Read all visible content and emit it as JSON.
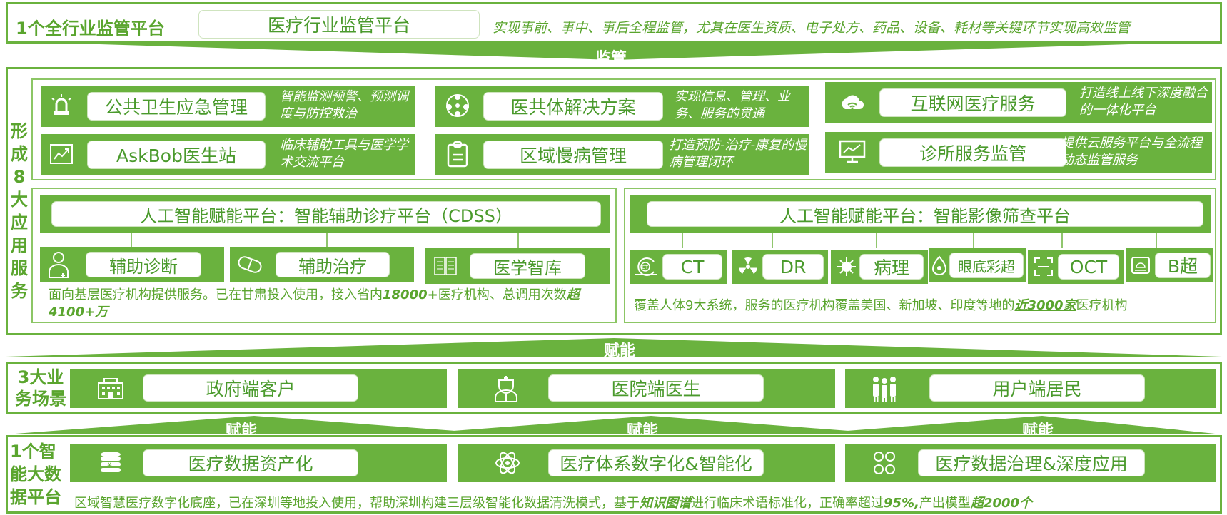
{
  "colors": {
    "accent": "#6ab23e",
    "text_green": "#5aa52e",
    "white": "#ffffff"
  },
  "top": {
    "label": "1个全行业监管平台",
    "platform": "医疗行业监管平台",
    "desc": "实现事前、事中、事后全程监管，尤其在医生资质、电子处方、药品、设备、耗材等关键环节实现高效监管",
    "arrow": "监管"
  },
  "apps": {
    "label_chars": [
      "形",
      "成",
      "8",
      "大",
      "应",
      "用",
      "服",
      "务"
    ],
    "items": [
      {
        "icon": "siren-icon",
        "name": "公共卫生应急管理",
        "desc": "智能监测预警、预测调度与防控救治"
      },
      {
        "icon": "people-network-icon",
        "name": "医共体解决方案",
        "desc": "实现信息、管理、业务、服务的贯通"
      },
      {
        "icon": "wifi-cloud-icon",
        "name": "互联网医疗服务",
        "desc": "打造线上线下深度融合的一体化平台"
      },
      {
        "icon": "trend-chart-icon",
        "name": "AskBob医生站",
        "desc": "临床辅助工具与医学学术交流平台"
      },
      {
        "icon": "clipboard-icon",
        "name": "区域慢病管理",
        "desc": "打造预防-治疗-康复的慢病管理闭环"
      },
      {
        "icon": "monitor-chart-icon",
        "name": "诊所服务监管",
        "desc": "提供云服务平台与全流程动态监管服务"
      }
    ],
    "cdss": {
      "title": "人工智能赋能平台：智能辅助诊疗平台（CDSS）",
      "items": [
        {
          "icon": "doctor-icon",
          "name": "辅助诊断"
        },
        {
          "icon": "pill-icon",
          "name": "辅助治疗"
        },
        {
          "icon": "book-icon",
          "name": "医学智库"
        }
      ],
      "desc_pre": "面向基层医疗机构提供服务。已在甘肃投入使用，接入省内",
      "desc_num": "18000+",
      "desc_mid": "医疗机构、总调用次数",
      "desc_num2": "超4100+万"
    },
    "imaging": {
      "title": "人工智能赋能平台：智能影像筛查平台",
      "items": [
        {
          "icon": "ct-scanner-icon",
          "name": "CT"
        },
        {
          "icon": "radiation-icon",
          "name": "DR"
        },
        {
          "icon": "virus-icon",
          "name": "病理"
        },
        {
          "icon": "eye-icon",
          "name": "眼底彩超"
        },
        {
          "icon": "scan-frame-icon",
          "name": "OCT"
        },
        {
          "icon": "ultrasound-icon",
          "name": "B超"
        }
      ],
      "desc_pre": "覆盖人体9大系统，服务的医疗机构覆盖美国、新加坡、印度等地的",
      "desc_num": "近3000家",
      "desc_post": "医疗机构"
    }
  },
  "enable_arrow_1": "赋能",
  "scenes": {
    "label": "3大业务场景",
    "items": [
      {
        "icon": "building-icon",
        "name": "政府端客户"
      },
      {
        "icon": "nurse-icon",
        "name": "医院端医生"
      },
      {
        "icon": "family-icon",
        "name": "用户端居民"
      }
    ]
  },
  "enable_arrows": [
    "赋能",
    "赋能",
    "赋能"
  ],
  "data_platform": {
    "label": "1个智能大数据平台",
    "items": [
      {
        "icon": "money-stack-icon",
        "name": "医疗数据资产化"
      },
      {
        "icon": "atom-icon",
        "name": "医疗体系数字化&智能化"
      },
      {
        "icon": "dots-grid-icon",
        "name": "医疗数据治理&深度应用"
      }
    ],
    "desc_pre": "区域智慧医疗数字化底座，已在深圳等地投入使用，帮助深圳构建三层级智能化数据清洗模式，基于",
    "desc_kg": "知识图谱",
    "desc_mid": "进行临床术语标准化，正确率超过",
    "desc_pct": "95%,",
    "desc_mid2": "产出模型",
    "desc_models": "超2000个"
  }
}
